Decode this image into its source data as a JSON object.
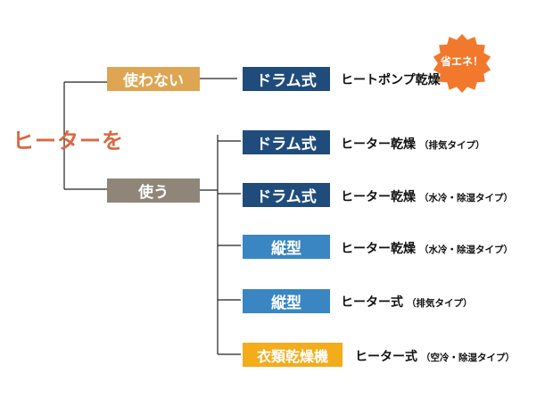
{
  "root_label": "ヒーターを",
  "branches": {
    "no_use": "使わない",
    "use": "使う"
  },
  "badge": {
    "label": "省エネ！",
    "color": "#f2782c"
  },
  "items": [
    {
      "tag": "ドラム式",
      "main": "ヒートポンプ乾燥",
      "sub": ""
    },
    {
      "tag": "ドラム式",
      "main": "ヒーター乾燥",
      "sub": "（排気タイプ）"
    },
    {
      "tag": "ドラム式",
      "main": "ヒーター乾燥",
      "sub": "（水冷・除湿タイプ）"
    },
    {
      "tag": "縦型",
      "main": "ヒーター乾燥",
      "sub": "（水冷・除湿タイプ）"
    },
    {
      "tag": "縦型",
      "main": "ヒーター式",
      "sub": "（排気タイプ）"
    },
    {
      "tag": "衣類乾燥機",
      "main": "ヒーター式",
      "sub": "（空冷・除湿タイプ）"
    }
  ],
  "colors": {
    "root_text": "#d86a43",
    "branch_no_use": "#dea653",
    "branch_use": "#908579",
    "drum": "#204c7c",
    "vertical": "#3a86c3",
    "dryer": "#f3ac1b",
    "line": "#222222"
  }
}
